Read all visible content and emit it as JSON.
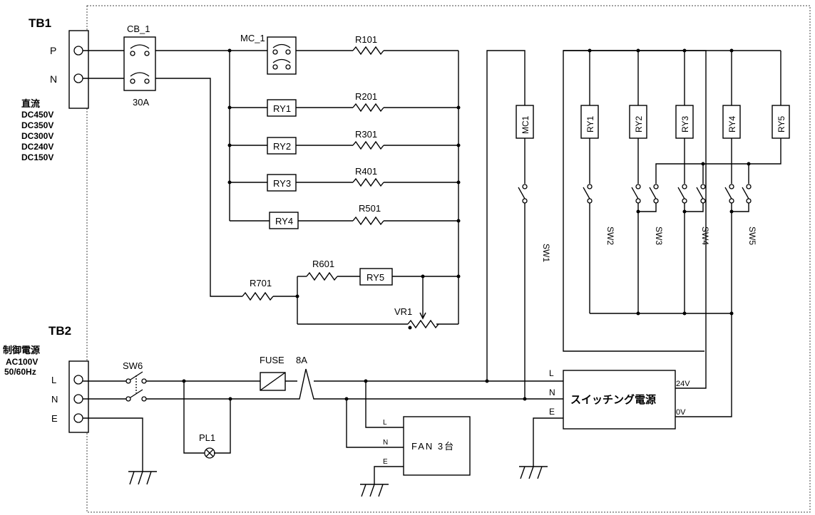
{
  "diagram": {
    "tb1": {
      "label": "TB1",
      "terminals": [
        "P",
        "N"
      ],
      "source_title": "直流",
      "voltages": [
        "DC450V",
        "DC350V",
        "DC300V",
        "DC240V",
        "DC150V"
      ]
    },
    "cb": {
      "label": "CB_1",
      "rating": "30A"
    },
    "mc": {
      "label": "MC_1"
    },
    "branches": [
      {
        "relay": "RY1",
        "resistor": "R201"
      },
      {
        "relay": "RY2",
        "resistor": "R301"
      },
      {
        "relay": "RY3",
        "resistor": "R401"
      },
      {
        "relay": "RY4",
        "resistor": "R501"
      }
    ],
    "r101": "R101",
    "r601": "R601",
    "r701": "R701",
    "ry5": "RY5",
    "vr1": "VR1",
    "coils": [
      "MC1",
      "RY1",
      "RY2",
      "RY3",
      "RY4",
      "RY5"
    ],
    "switches": [
      "SW1",
      "SW2",
      "SW3",
      "SW4",
      "SW5"
    ],
    "tb2": {
      "label": "TB2",
      "title": "制御電源",
      "voltage": "AC100V",
      "frequency": "50/60Hz",
      "terminals": [
        "L",
        "N",
        "E"
      ]
    },
    "sw6": "SW6",
    "pl1": "PL1",
    "fuse": {
      "label": "FUSE",
      "rating": "8A"
    },
    "fan": {
      "label": "FAN 3台",
      "terminals": [
        "L",
        "N",
        "E"
      ]
    },
    "psu": {
      "label": "スイッチング電源",
      "inputs": [
        "L",
        "N",
        "E"
      ],
      "out_pos": "24V",
      "out_neg": "0V"
    }
  }
}
